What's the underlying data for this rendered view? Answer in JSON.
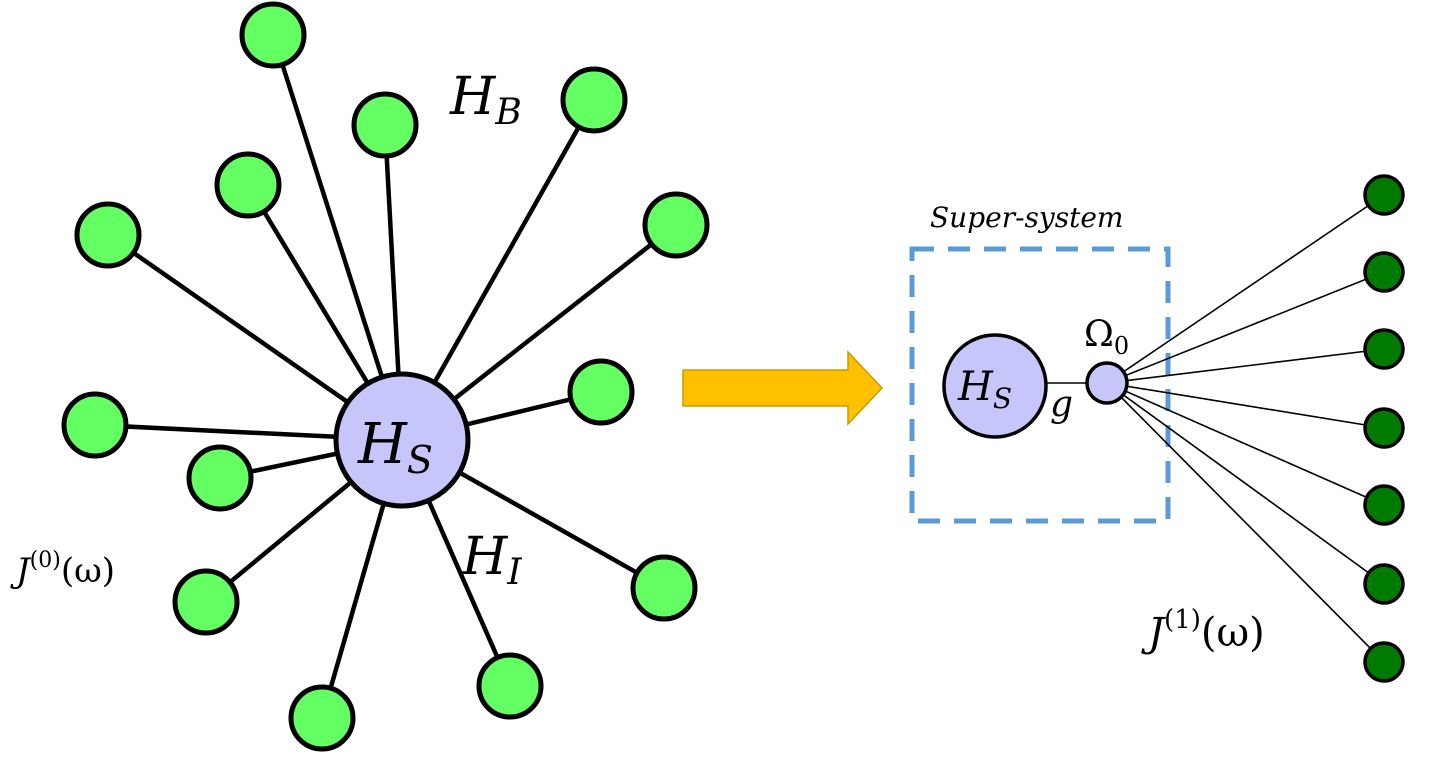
{
  "original_bath": {
    "system_label": {
      "base": "H",
      "sub": "S"
    },
    "bath_label": {
      "base": "H",
      "sub": "B"
    },
    "interaction_label": {
      "base": "H",
      "sub": "I"
    },
    "spectral_density": {
      "base": "J",
      "sup": "(0)",
      "arg": "(ω)"
    },
    "bath_mode_count": 13
  },
  "mapped": {
    "box_label": "Super-system",
    "system_label": {
      "base": "H",
      "sub": "S"
    },
    "coupling_label": "g",
    "mode_frequency": {
      "base": "Ω",
      "sub": "0"
    },
    "spectral_density": {
      "base": "J",
      "sup": "(1)",
      "arg": "(ω)"
    },
    "residual_mode_count": 7
  },
  "colors": {
    "bath_mode": "#63ff63",
    "residual_bath_mode": "#007a00",
    "system": "#c6c6fa",
    "arrow": "#ffc000",
    "super_system_box": "#5b9bd5"
  }
}
